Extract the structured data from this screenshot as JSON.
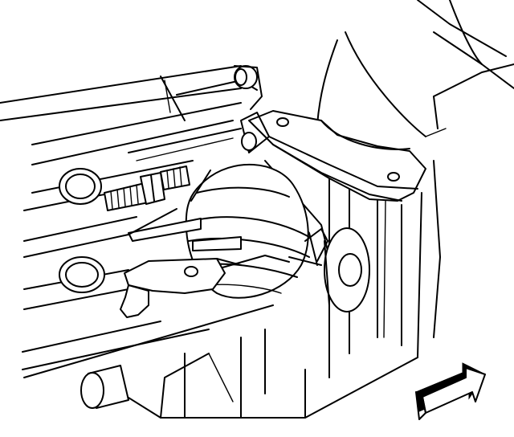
{
  "figure": {
    "style": "black line-art technical illustration",
    "colors": {
      "background": "#ffffff",
      "line": "#000000"
    },
    "components": [
      "engine-block",
      "exhaust-manifold-flange",
      "exhaust-pipe",
      "heat-shield",
      "stud",
      "gasket-ring-upper",
      "gasket-ring-lower",
      "mounting-bracket",
      "round-plug",
      "oil-pan-plug",
      "direction-arrow-icon"
    ]
  }
}
